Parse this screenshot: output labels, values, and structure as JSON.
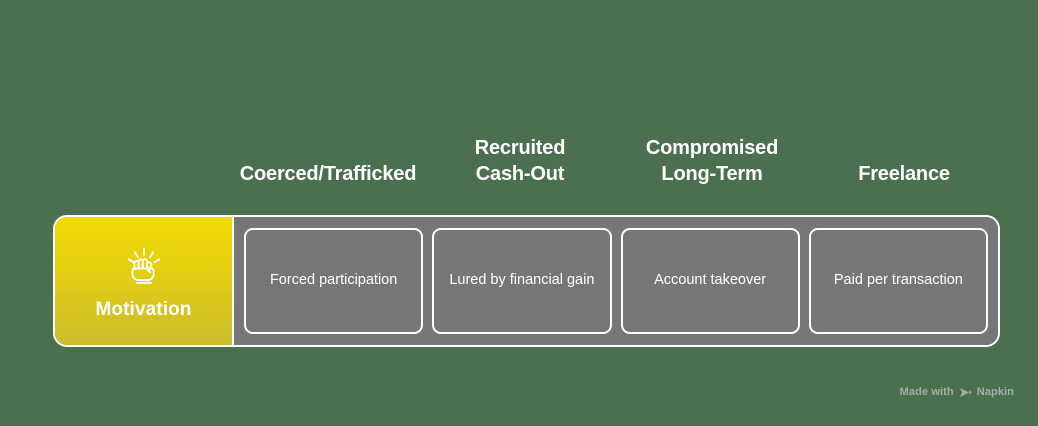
{
  "background_color": "#4a7050",
  "accent_color": "#e6d010",
  "panel_color": "#767676",
  "border_color": "#ffffff",
  "headers": [
    {
      "lines": [
        "Coerced/Trafficked"
      ]
    },
    {
      "lines": [
        "Recruited",
        "Cash-Out"
      ]
    },
    {
      "lines": [
        "Compromised",
        "Long-Term"
      ]
    },
    {
      "lines": [
        "Freelance"
      ]
    }
  ],
  "row": {
    "label": "Motivation",
    "icon": "raised-fist-icon",
    "cards": [
      {
        "text": "Forced participation"
      },
      {
        "text": "Lured by financial gain"
      },
      {
        "text": "Account takeover"
      },
      {
        "text": "Paid per transaction"
      }
    ]
  },
  "watermark": {
    "text_before": "Made with",
    "brand": "Napkin",
    "logo": "napkin-play-icon"
  }
}
